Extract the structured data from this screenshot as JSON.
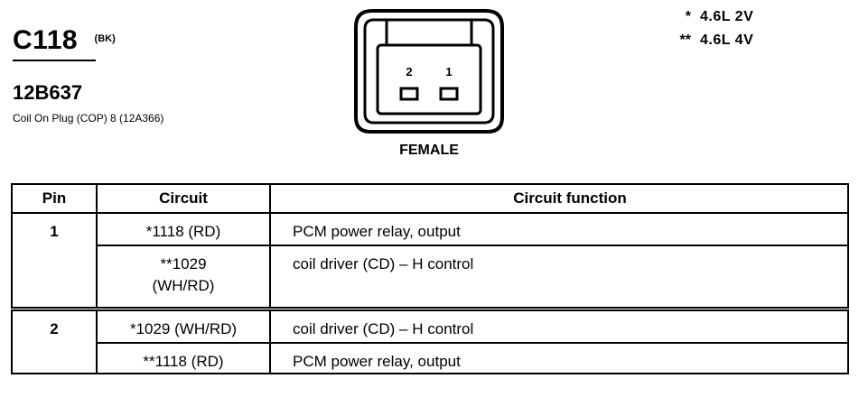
{
  "connector": {
    "code": "C118",
    "color": "(BK)",
    "part_number": "12B637",
    "description": "Coil On Plug (COP) 8 (12A366)",
    "view": "FEMALE",
    "pin_labels": [
      "2",
      "1"
    ]
  },
  "legend": [
    {
      "mark": "*",
      "text": "4.6L 2V"
    },
    {
      "mark": "**",
      "text": "4.6L 4V"
    }
  ],
  "table": {
    "headers": [
      "Pin",
      "Circuit",
      "Circuit function"
    ],
    "rows": [
      {
        "pin": "1",
        "circuit": "*1118 (RD)",
        "function": "PCM power relay, output"
      },
      {
        "pin": "",
        "circuit": "**1029 (WH/RD)",
        "function": "coil driver (CD) – H control"
      },
      {
        "pin": "2",
        "circuit": "*1029 (WH/RD)",
        "function": "coil driver (CD) – H control"
      },
      {
        "pin": "",
        "circuit": "**1118 (RD)",
        "function": "PCM power relay, output"
      }
    ]
  }
}
